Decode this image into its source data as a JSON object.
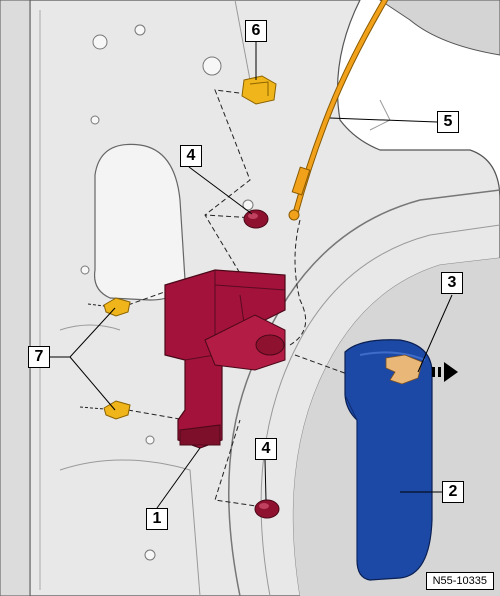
{
  "diagram": {
    "reference_code": "N55-10335",
    "callouts": [
      {
        "id": "c1",
        "label": "1"
      },
      {
        "id": "c2",
        "label": "2"
      },
      {
        "id": "c3",
        "label": "3"
      },
      {
        "id": "c4a",
        "label": "4"
      },
      {
        "id": "c4b",
        "label": "4"
      },
      {
        "id": "c5",
        "label": "5"
      },
      {
        "id": "c6",
        "label": "6"
      },
      {
        "id": "c7",
        "label": "7"
      }
    ],
    "colors": {
      "panel": "#e6e6e6",
      "panel_shadow": "#c9c9c9",
      "bracket": "#a3123a",
      "cover": "#1d49a6",
      "cable": "#f2a21a",
      "clip": "#f0b51a",
      "bolt": "#8e1230",
      "label_on_cover": "#e9b879"
    }
  }
}
